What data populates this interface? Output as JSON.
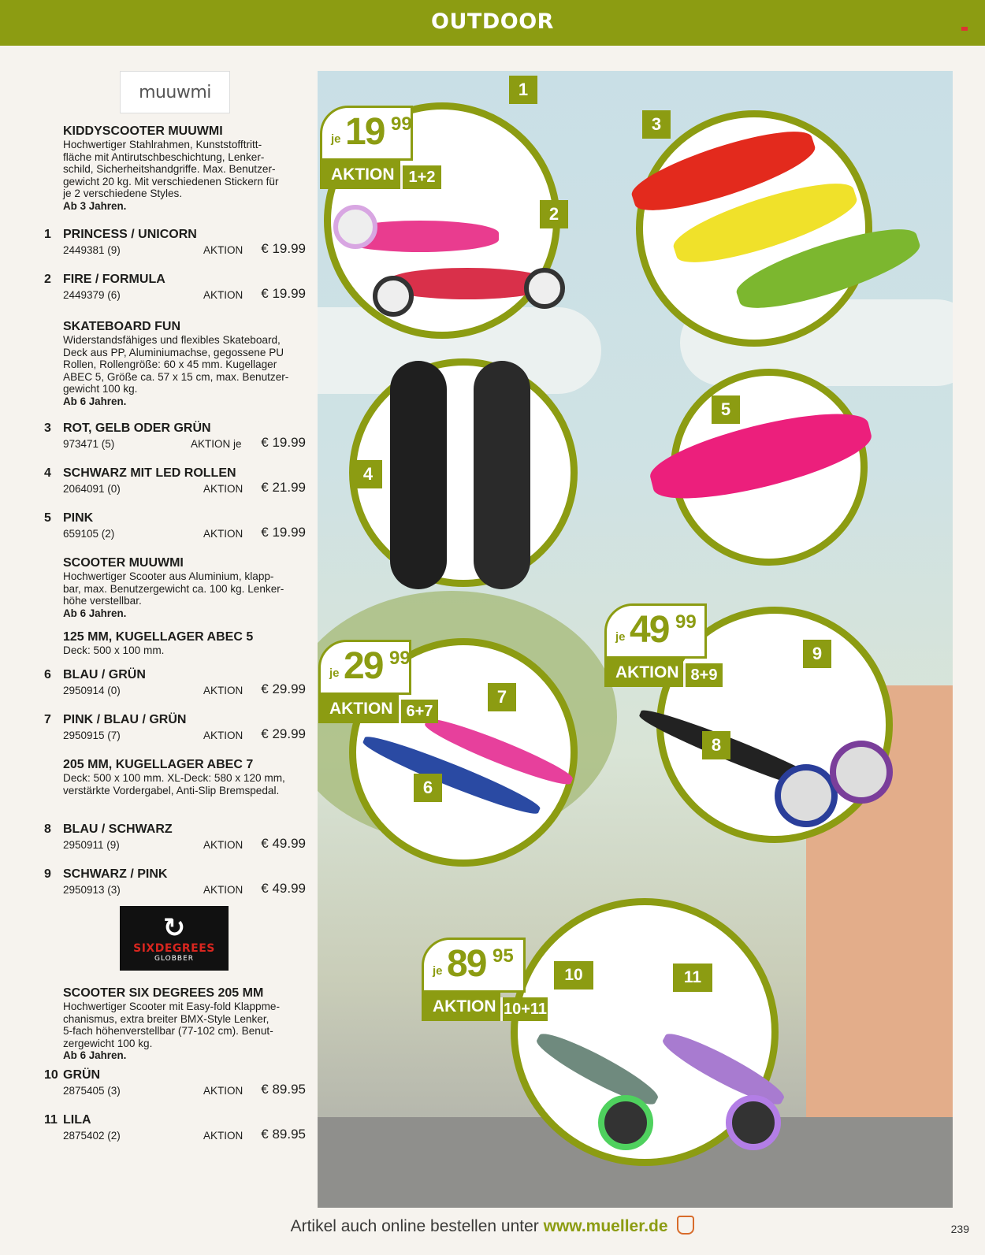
{
  "header": {
    "title": "OUTDOOR"
  },
  "logos": {
    "muuwmi": "muuwmi",
    "sixdegrees_brand": "SIXDEGREES",
    "sixdegrees_sub": "GLOBBER"
  },
  "sections": [
    {
      "title": "KIDDYSCOOTER MUUWMI",
      "desc": "Hochwertiger Stahlrahmen, Kunststofftritt-\nfläche mit Antirutschbeschichtung, Lenker-\nschild, Sicherheitshandgriffe. Max. Benutzer-\ngewicht 20 kg. Mit verschiedenen Stickern für\nje 2 verschiedene Styles.",
      "age": "Ab 3 Jahren."
    },
    {
      "title": "SKATEBOARD FUN",
      "desc": "Widerstandsfähiges und flexibles Skateboard,\nDeck aus PP, Aluminiumachse, gegossene PU\nRollen, Rollengröße: 60 x 45 mm. Kugellager\nABEC 5, Größe ca. 57 x 15 cm, max. Benutzer-\ngewicht 100 kg.",
      "age": "Ab 6 Jahren."
    },
    {
      "title": "SCOOTER MUUWMI",
      "desc": "Hochwertiger Scooter aus Aluminium, klapp-\nbar, max. Benutzergewicht ca. 100 kg. Lenker-\nhöhe verstellbar.",
      "age": "Ab 6 Jahren."
    },
    {
      "title": "125 MM, KUGELLAGER ABEC 5",
      "desc": "Deck: 500 x 100 mm.",
      "age": ""
    },
    {
      "title": "205 MM, KUGELLAGER ABEC 7",
      "desc": "Deck: 500 x 100 mm. XL-Deck: 580 x 120 mm,\nverstärkte Vordergabel, Anti-Slip Bremspedal.",
      "age": ""
    },
    {
      "title": "SCOOTER SIX DEGREES 205 MM",
      "desc": "Hochwertiger Scooter mit Easy-fold Klappme-\nchanismus, extra breiter BMX-Style Lenker,\n5-fach höhenverstellbar (77-102 cm). Benut-\nzergewicht 100 kg.",
      "age": "Ab 6 Jahren."
    }
  ],
  "items": [
    {
      "num": "1",
      "name": "PRINCESS / UNICORN",
      "art": "2449381 (9)",
      "aktion": "AKTION",
      "price": "€ 19.99"
    },
    {
      "num": "2",
      "name": "FIRE / FORMULA",
      "art": "2449379 (6)",
      "aktion": "AKTION",
      "price": "€ 19.99"
    },
    {
      "num": "3",
      "name": "ROT, GELB ODER GRÜN",
      "art": "973471 (5)",
      "aktion": "AKTION je",
      "price": "€ 19.99"
    },
    {
      "num": "4",
      "name": "SCHWARZ MIT LED ROLLEN",
      "art": "2064091 (0)",
      "aktion": "AKTION",
      "price": "€ 21.99"
    },
    {
      "num": "5",
      "name": "PINK",
      "art": "659105 (2)",
      "aktion": "AKTION",
      "price": "€ 19.99"
    },
    {
      "num": "6",
      "name": "BLAU / GRÜN",
      "art": "2950914 (0)",
      "aktion": "AKTION",
      "price": "€ 29.99"
    },
    {
      "num": "7",
      "name": "PINK / BLAU / GRÜN",
      "art": "2950915 (7)",
      "aktion": "AKTION",
      "price": "€ 29.99"
    },
    {
      "num": "8",
      "name": "BLAU / SCHWARZ",
      "art": "2950911 (9)",
      "aktion": "AKTION",
      "price": "€ 49.99"
    },
    {
      "num": "9",
      "name": "SCHWARZ / PINK",
      "art": "2950913 (3)",
      "aktion": "AKTION",
      "price": "€ 49.99"
    },
    {
      "num": "10",
      "name": "GRÜN",
      "art": "2875405 (3)",
      "aktion": "AKTION",
      "price": "€ 89.95"
    },
    {
      "num": "11",
      "name": "LILA",
      "art": "2875402 (2)",
      "aktion": "AKTION",
      "price": "€ 89.95"
    }
  ],
  "price_badges": [
    {
      "je": "je",
      "euros": "19",
      "cents": "99",
      "aktion": "AKTION",
      "items": "1+2"
    },
    {
      "je": "je",
      "euros": "29",
      "cents": "99",
      "aktion": "AKTION",
      "items": "6+7"
    },
    {
      "je": "je",
      "euros": "49",
      "cents": "99",
      "aktion": "AKTION",
      "items": "8+9"
    },
    {
      "je": "je",
      "euros": "89",
      "cents": "95",
      "aktion": "AKTION",
      "items": "10+11"
    }
  ],
  "product_numbers": [
    "1",
    "2",
    "3",
    "4",
    "5",
    "6",
    "7",
    "8",
    "9",
    "10",
    "11"
  ],
  "footer": {
    "text": "Artikel auch online bestellen unter",
    "link": "www.mueller.de",
    "page": "239"
  },
  "colors": {
    "brand_green": "#8c9c12",
    "background": "#f6f3ee"
  }
}
